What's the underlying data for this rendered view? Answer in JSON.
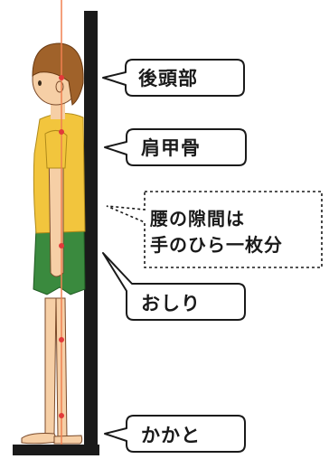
{
  "colors": {
    "wall": "#1a1a1a",
    "plumb_line": "#f08050",
    "marker_dot": "#e23a3a",
    "hair": "#a0622a",
    "skin": "#f6cfa6",
    "shirt": "#f2c53d",
    "shorts": "#3a8a3e",
    "callout_stroke": "#1a1a1a"
  },
  "callouts": {
    "back_of_head": "後頭部",
    "shoulder_blade": "肩甲骨",
    "waist_gap_line1": "腰の隙間は",
    "waist_gap_line2": "手のひら一枚分",
    "buttocks": "おしり",
    "heel": "かかと"
  }
}
